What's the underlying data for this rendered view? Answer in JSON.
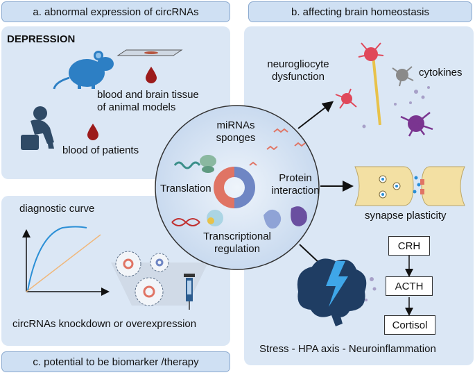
{
  "headers": {
    "a": "a. abnormal expression  of circRNAs",
    "b": "b. affecting brain homeostasis",
    "c": "c. potential to be biomarker /therapy"
  },
  "panel_a": {
    "title": "DEPRESSION",
    "animal_label_line1": "blood and brain tissue",
    "animal_label_line2": "of animal models",
    "patient_label": "blood of patients"
  },
  "panel_c": {
    "curve_label": "diagnostic curve",
    "knockdown_label": "circRNAs knockdown or overexpression"
  },
  "center": {
    "sponges_line1": "miRNAs",
    "sponges_line2": "sponges",
    "translation": "Translation",
    "protein_line1": "Protein",
    "protein_line2": "interaction",
    "transcription_line1": "Transcriptional",
    "transcription_line2": "regulation"
  },
  "panel_b": {
    "neuro_line1": "neurogliocyte",
    "neuro_line2": "dysfunction",
    "cytokines": "cytokines",
    "synapse": "synapse plasticity",
    "crh": "CRH",
    "acth": "ACTH",
    "cortisol": "Cortisol",
    "hpa": "Stress - HPA axis - Neuroinflammation"
  },
  "colors": {
    "header_bg": "#cfe0f3",
    "panel_bg": "#dbe7f5",
    "blood": "#9c1b1b",
    "figure_dark": "#2f4a66",
    "ring_red": "#e07464",
    "ring_blue": "#6f86c4",
    "neuron_red": "#e0485a",
    "neuron_purple": "#7a3590",
    "synapse_yellow": "#f3e0a3"
  }
}
